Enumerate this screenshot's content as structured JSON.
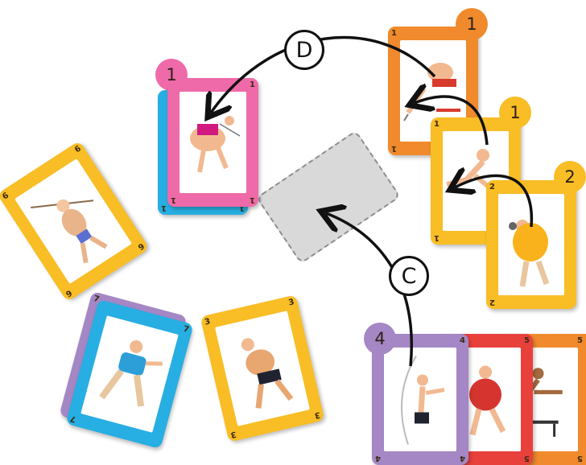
{
  "colors": {
    "pink": "#ef6aa9",
    "blue": "#27aee2",
    "orange": "#f08a2c",
    "yellow": "#f9bd25",
    "purple": "#a487c4",
    "red": "#e8413c",
    "placeholder": "#d9d9d9",
    "arrow": "#111111"
  },
  "labels": {
    "move_d": "D",
    "move_c": "C"
  },
  "pink_pile": {
    "tab_value": "1",
    "top_card": {
      "color": "pink",
      "value": "1",
      "icon": "hammer-thrower-icon"
    },
    "under_card": {
      "color": "blue",
      "value": "1"
    }
  },
  "right_column": {
    "orange_card": {
      "tab_value": "1",
      "value": "1",
      "color": "orange",
      "icon": "hurdler-icon"
    },
    "yellow_card_1": {
      "tab_value": "1",
      "value": "1",
      "color": "yellow",
      "icon": "sprinter-icon"
    },
    "yellow_card_2": {
      "tab_value": "2",
      "value": "2",
      "color": "yellow",
      "icon": "shot-put-icon"
    }
  },
  "left_yellow_card": {
    "value": "6",
    "color": "yellow",
    "icon": "javelin-icon"
  },
  "blue_pile": {
    "top_card": {
      "value": "7",
      "color": "blue",
      "icon": "discus-thrower-icon"
    },
    "under_card": {
      "value": "7",
      "color": "purple"
    }
  },
  "middle_yellow_card": {
    "value": "3",
    "color": "yellow",
    "icon": "weightlifter-icon"
  },
  "hand": {
    "tab_value": "4",
    "cards": [
      {
        "value": "4",
        "color": "purple",
        "icon": "pole-vault-icon"
      },
      {
        "value": "5",
        "color": "red",
        "icon": "runner-icon"
      },
      {
        "value": "5",
        "color": "orange",
        "icon": "hurdle-icon"
      }
    ]
  }
}
